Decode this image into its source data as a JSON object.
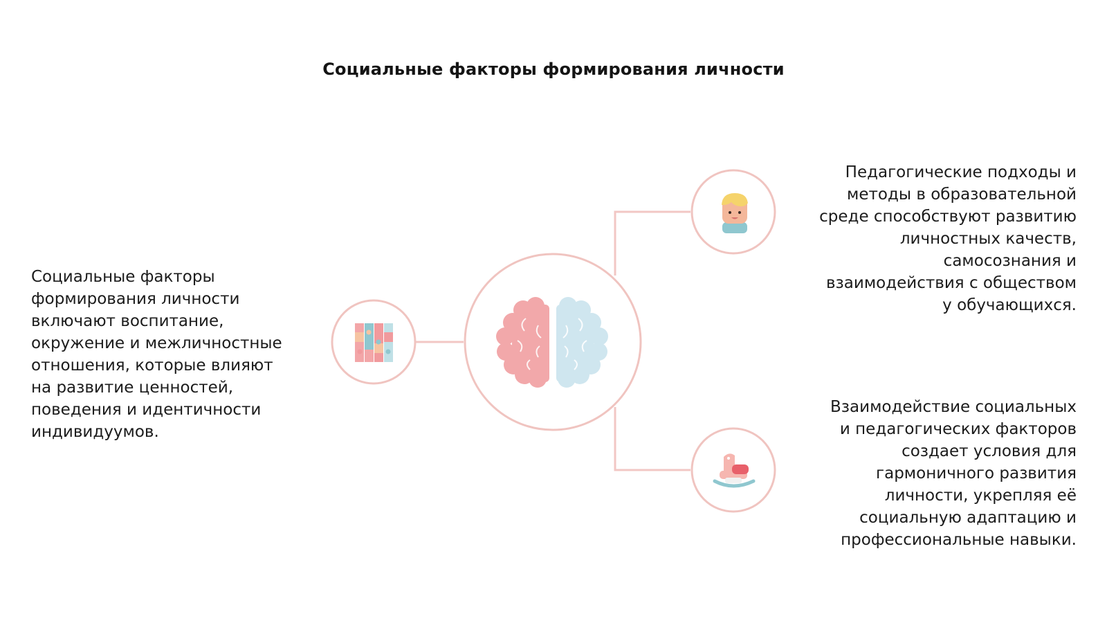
{
  "title": "Социальные факторы формирования личности",
  "nodes": {
    "center": {
      "icon": "brain-icon"
    },
    "left": {
      "icon": "puzzle-icon",
      "text": "Социальные факторы\nформирования личности\nвключают воспитание,\nокружение и межличностные\nотношения, которые влияют\nна развитие ценностей,\nповедения и идентичности\nиндивидуумов."
    },
    "right_top": {
      "icon": "child-face-icon",
      "text": "Педагогические подходы и\nметоды в образовательной\nсреде способствуют развитию\nличностных качеств,\nсамосознания и\nвзаимодействия с обществом\nу обучающихся."
    },
    "right_bottom": {
      "icon": "rocking-horse-icon",
      "text": "Взаимодействие социальных\nи педагогических факторов\nсоздает условия для\nгармоничного развития\nличности, укрепляя её\nсоциальную адаптацию и\nпрофессиональные навыки."
    }
  },
  "colors": {
    "connector": "#f2c7c4",
    "circle_stroke": "#f0c4c0",
    "brain_left": "#f2a8aa",
    "brain_right": "#cfe6ef"
  }
}
